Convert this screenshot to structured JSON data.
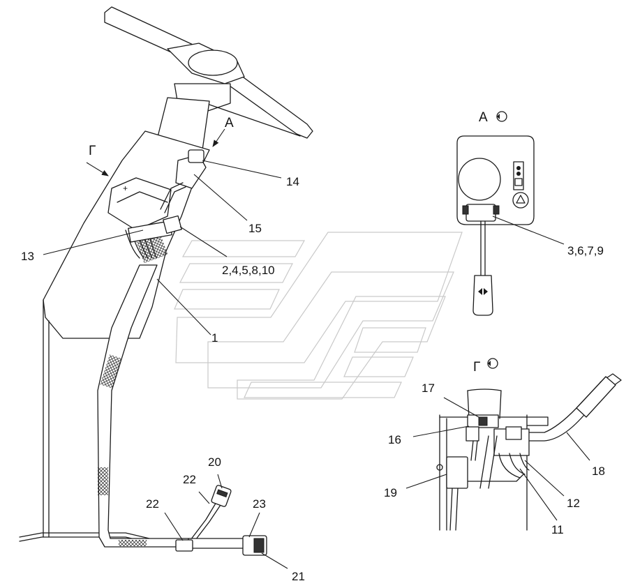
{
  "views": {
    "view_a_label": "А",
    "view_g_label": "Г"
  },
  "main_view": {
    "arrow_a_label": "А",
    "arrow_g_label": "Г"
  },
  "callouts": {
    "c1": "1",
    "c13": "13",
    "c14": "14",
    "c15": "15",
    "c2_4_5_8_10": "2,4,5,8,10",
    "c20": "20",
    "c21": "21",
    "c22a": "22",
    "c22b": "22",
    "c23": "23",
    "c3_6_7_9": "3,6,7,9",
    "c16": "16",
    "c17": "17",
    "c18": "18",
    "c19": "19",
    "c11": "11",
    "c12": "12"
  }
}
